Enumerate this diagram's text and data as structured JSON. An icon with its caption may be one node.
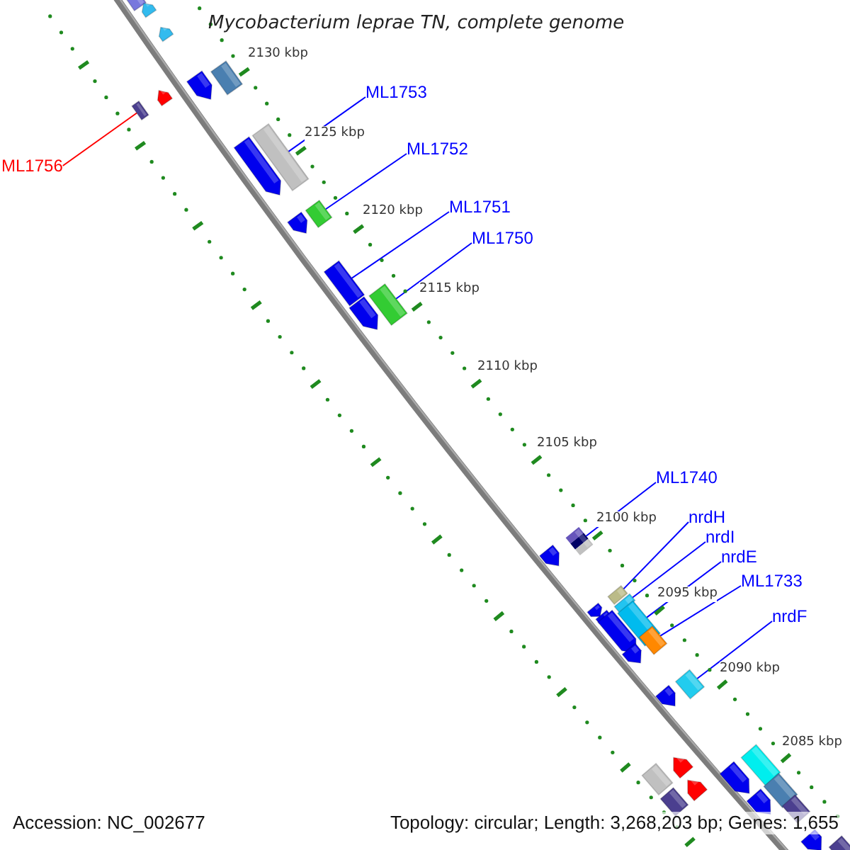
{
  "diagram": {
    "title": "Mycobacterium leprae TN, complete genome",
    "nodes": [
      {
        "text": [
          "ML1753"
        ]
      },
      {
        "text": [
          "ML1752"
        ]
      },
      {
        "text": [
          "ML1756"
        ]
      },
      {
        "text": [
          "ML1751"
        ]
      },
      {
        "text": [
          "ML1750"
        ]
      },
      {
        "text": [
          "ML1740"
        ]
      },
      {
        "text": [
          "nrdH"
        ]
      },
      {
        "text": [
          "nrdI"
        ]
      },
      {
        "text": [
          "nrdE"
        ]
      },
      {
        "text": [
          "ML1733"
        ]
      },
      {
        "text": [
          "nrdF"
        ]
      },
      {
        "text": [],
        "shape": "box"
      },
      {
        "text": [],
        "shape": "pentagon"
      },
      {
        "text": [],
        "shape": "pentagon"
      },
      {
        "text": [],
        "shape": "box"
      },
      {
        "text": [],
        "shape": "pentagon"
      },
      {
        "text": [],
        "shape": "pentagon"
      },
      {
        "text": [],
        "shape": "box"
      },
      {
        "text": [],
        "shape": "box"
      },
      {
        "text": [],
        "shape": "pentagon"
      },
      {
        "text": [],
        "shape": "box"
      },
      {
        "text": [],
        "shape": "pentagon"
      },
      {
        "text": [],
        "shape": "box"
      },
      {
        "text": [],
        "shape": "box"
      },
      {
        "text": [],
        "shape": "pentagon"
      },
      {
        "text": [],
        "shape": "box"
      },
      {
        "text": [],
        "shape": "pentagon"
      },
      {
        "text": [],
        "shape": "box"
      },
      {
        "text": [],
        "shape": "box"
      },
      {
        "text": [],
        "shape": "pentagon"
      },
      {
        "text": [],
        "shape": "pentagon"
      },
      {
        "text": [],
        "shape": "box"
      },
      {
        "text": [],
        "shape": "pentagon"
      },
      {
        "text": [],
        "shape": "box"
      },
      {
        "text": [],
        "shape": "pentagon"
      },
      {
        "text": [],
        "shape": "box"
      },
      {
        "text": [],
        "shape": "pentagon"
      },
      {
        "text": [],
        "shape": "box"
      },
      {
        "text": [],
        "shape": "pentagon"
      },
      {
        "text": [],
        "shape": "box"
      },
      {
        "text": [],
        "shape": "pentagon"
      },
      {
        "text": [],
        "shape": "pentagon"
      },
      {
        "text": [],
        "shape": "box"
      },
      {
        "text": [],
        "shape": "box"
      },
      {
        "text": [],
        "shape": "pentagon"
      },
      {
        "text": [],
        "shape": "box"
      },
      {
        "text": [],
        "shape": "pentagon"
      },
      {
        "text": [],
        "shape": "box"
      }
    ],
    "edges": [
      {
        "from": 0,
        "to": 18,
        "arrow": "none"
      },
      {
        "from": 1,
        "to": 20,
        "arrow": "none"
      },
      {
        "from": 2,
        "to": 17,
        "arrow": "none",
        "color": "#ff0000"
      },
      {
        "from": 3,
        "to": 22,
        "arrow": "none"
      },
      {
        "from": 4,
        "to": 23,
        "arrow": "none"
      },
      {
        "from": 5,
        "to": 25,
        "arrow": "none"
      },
      {
        "from": 6,
        "to": 27,
        "arrow": "none"
      },
      {
        "from": 7,
        "to": 28,
        "arrow": "none"
      },
      {
        "from": 8,
        "to": 31,
        "arrow": "none"
      },
      {
        "from": 9,
        "to": 33,
        "arrow": "none"
      },
      {
        "from": 10,
        "to": 35,
        "arrow": "none"
      }
    ],
    "labels": [
      "2130 kbp",
      "2125 kbp",
      "2120 kbp",
      "2115 kbp",
      "2110 kbp",
      "2105 kbp",
      "2100 kbp",
      "2095 kbp",
      "2090 kbp",
      "2085 kbp",
      "Accession: NC_002677",
      "Topology: circular; Length: 3,268,203 bp; Genes: 1,655"
    ]
  }
}
